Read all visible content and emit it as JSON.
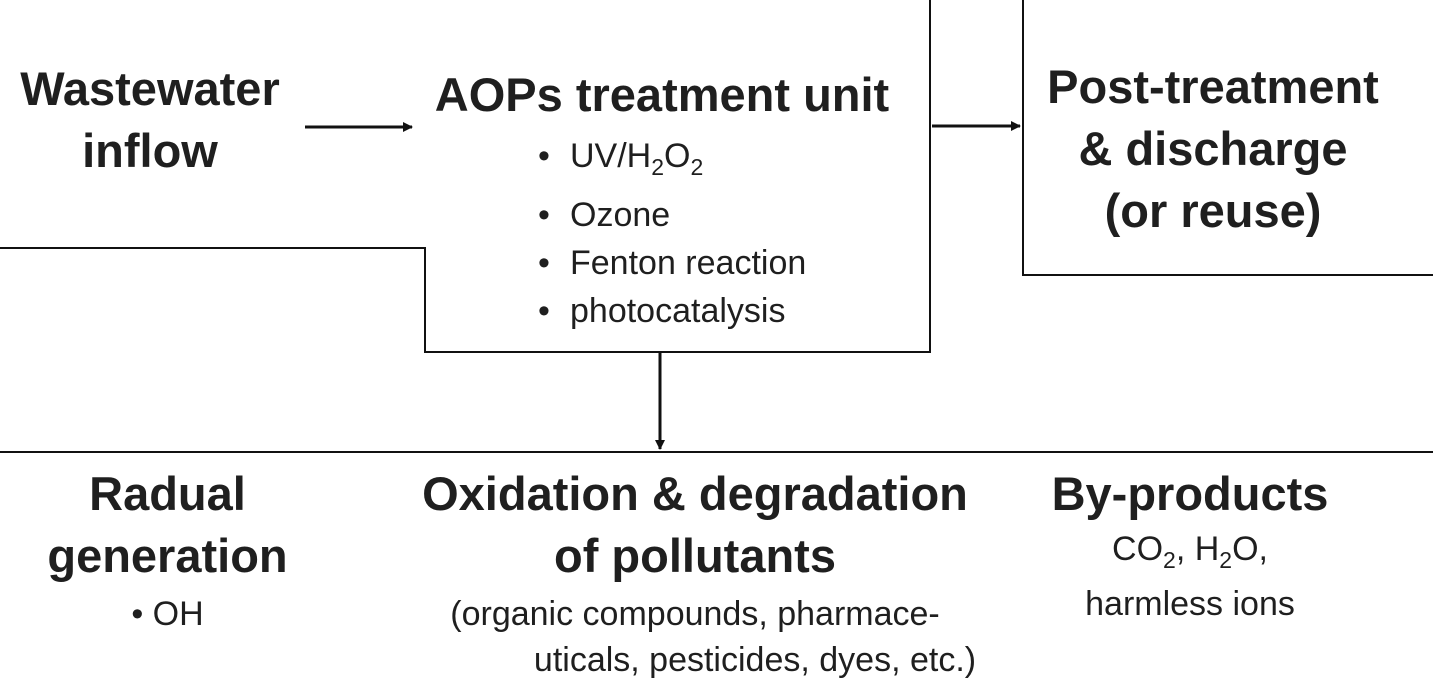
{
  "inflow": {
    "title": [
      "Wastewater",
      "inflow"
    ]
  },
  "aop_unit": {
    "title": "AOPs treatment unit",
    "methods": [
      {
        "text": "UV/H",
        "sub": "2",
        "text2": "O",
        "sub2": "2"
      },
      {
        "text": "Ozone"
      },
      {
        "text": "Fenton reaction"
      },
      {
        "text": "photocatalysis"
      }
    ]
  },
  "post_treatment": {
    "title": [
      "Post-treatment",
      "& discharge",
      "(or reuse)"
    ]
  },
  "radical_generation": {
    "title": [
      "Radual",
      "generation"
    ],
    "species": "OH"
  },
  "oxidation": {
    "title": [
      "Oxidation & degradation",
      "of pollutants"
    ],
    "note": [
      "(organic compounds, pharmace-",
      "uticals, pesticides, dyes, etc.)"
    ]
  },
  "byproducts": {
    "title": "By-products",
    "line1": {
      "a": "CO",
      "sub_a": "2",
      "b": ", H",
      "sub_b": "2",
      "c": "O,"
    },
    "line2": "harmless ions"
  },
  "bullet_char": "•",
  "colors": {
    "line": "#111111",
    "text": "#1f1f1f",
    "background": "#ffffff"
  }
}
